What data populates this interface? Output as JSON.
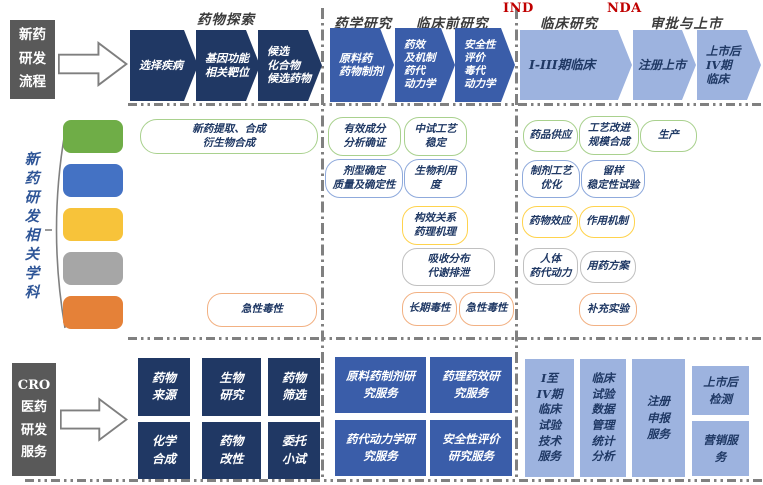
{
  "colors": {
    "navy": "#1F3864",
    "medium_blue": "#3A5DA9",
    "light_blue": "#9DB3DF",
    "green": "#6FAD47",
    "blue": "#4472C4",
    "yellow": "#F7C33A",
    "gray": "#A6A6A6",
    "orange": "#E58138",
    "side_label_gray": "#595959",
    "milestone_red": "#C00000"
  },
  "top_flow": {
    "side_label": "新药\n研发\n流程",
    "phase_headers": [
      "药物探索",
      "药学研究",
      "临床前研究",
      "临床研究",
      "审批与上市"
    ],
    "milestones": [
      "IND",
      "NDA"
    ],
    "steps": [
      "选择疾病",
      "基因功能\n相关靶位",
      "候选\n化合物\n候选药物",
      "原料药\n药物制剂",
      "药效\n及机制\n药代\n动力学",
      "安全性\n评价\n毒代\n动力学",
      "I-III期临床",
      "注册上市",
      "上市后\nIV期\n临床"
    ]
  },
  "disciplines": {
    "side_label": "新\n药\n研\n发\n相\n关\n学\n科",
    "boxes": [
      "新药提取、合成\n衍生物合成",
      "急性毒性",
      "有效成分\n分析确证",
      "中试工艺\n稳定",
      "剂型确定\n质量及确定性",
      "生物利用\n度",
      "构效关系\n药理机理",
      "吸收分布\n代谢排泄",
      "长期毒性",
      "急性毒性",
      "药品供应",
      "工艺改进\n规模合成",
      "生产",
      "制剂工艺\n优化",
      "留样\n稳定性试验",
      "药物效应",
      "作用机制",
      "人体\n药代动力",
      "用药方案",
      "补充实验"
    ]
  },
  "cro": {
    "side_label": "CRO\n医药\n研发\n服务",
    "dark_boxes": [
      "药物\n来源",
      "生物\n研究",
      "药物\n筛选",
      "化学\n合成",
      "药物\n改性",
      "委托\n小试"
    ],
    "mid_boxes": [
      "原料药制剂研\n究服务",
      "药理药效研\n究服务",
      "药代动力学研\n究服务",
      "安全性评价\n研究服务"
    ],
    "light_boxes": [
      "I至\nIV期\n临床\n试验\n技术\n服务",
      "临床\n试验\n数据\n管理\n统计\n分析",
      "注册\n申报\n服务",
      "上市后\n检测",
      "营销服\n务"
    ]
  }
}
